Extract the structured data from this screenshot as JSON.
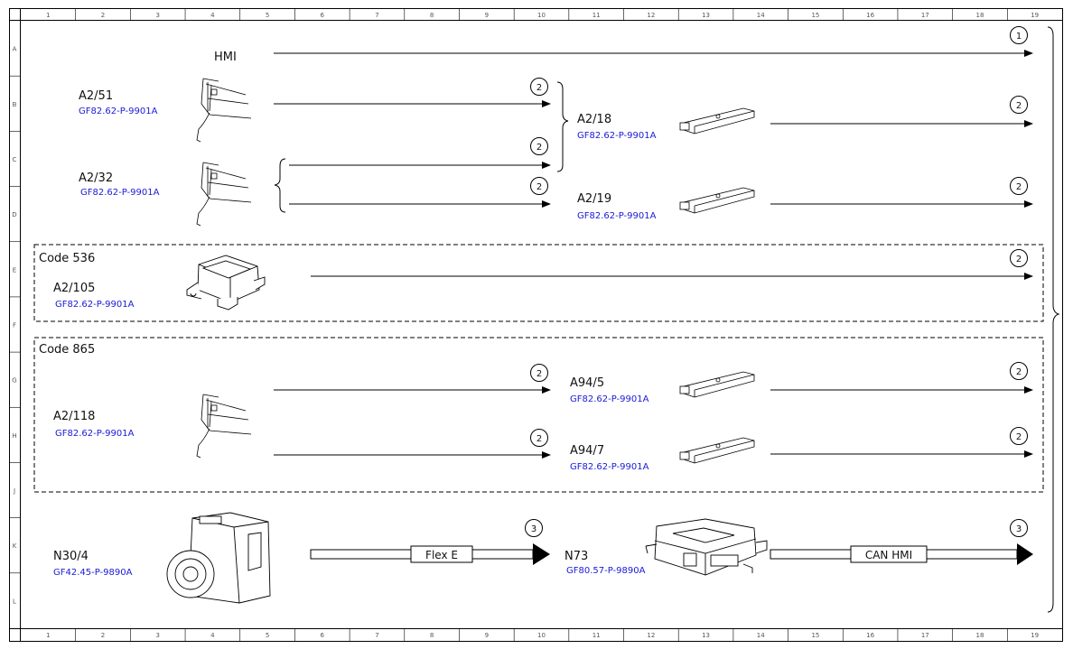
{
  "grid": {
    "columns": [
      "1",
      "2",
      "3",
      "4",
      "5",
      "6",
      "7",
      "8",
      "9",
      "10",
      "11",
      "12",
      "13",
      "14",
      "15",
      "16",
      "17",
      "18",
      "19"
    ],
    "rows": [
      "A",
      "B",
      "C",
      "D",
      "E",
      "F",
      "G",
      "H",
      "J",
      "K",
      "L"
    ]
  },
  "components": [
    {
      "id": "hmi",
      "label": "HMI",
      "doc": ""
    },
    {
      "id": "a2_51",
      "label": "A2/51",
      "doc": "GF82.62-P-9901A"
    },
    {
      "id": "a2_32",
      "label": "A2/32",
      "doc": "GF82.62-P-9901A"
    },
    {
      "id": "a2_18",
      "label": "A2/18",
      "doc": "GF82.62-P-9901A"
    },
    {
      "id": "a2_19",
      "label": "A2/19",
      "doc": "GF82.62-P-9901A"
    },
    {
      "id": "a2_105",
      "label": "A2/105",
      "doc": "GF82.62-P-9901A"
    },
    {
      "id": "a2_118",
      "label": "A2/118",
      "doc": "GF82.62-P-9901A"
    },
    {
      "id": "a94_5",
      "label": "A94/5",
      "doc": "GF82.62-P-9901A"
    },
    {
      "id": "a94_7",
      "label": "A94/7",
      "doc": "GF82.62-P-9901A"
    },
    {
      "id": "n30_4",
      "label": "N30/4",
      "doc": "GF42.45-P-9890A"
    },
    {
      "id": "n73",
      "label": "N73",
      "doc": "GF80.57-P-9890A"
    }
  ],
  "code_groups": [
    {
      "id": "code536",
      "label": "Code 536"
    },
    {
      "id": "code865",
      "label": "Code 865"
    }
  ],
  "buses": [
    {
      "id": "flex_e",
      "label": "Flex E"
    },
    {
      "id": "can_hmi",
      "label": "CAN HMI"
    }
  ],
  "markers": {
    "one": "1",
    "two": "2",
    "three": "3"
  }
}
